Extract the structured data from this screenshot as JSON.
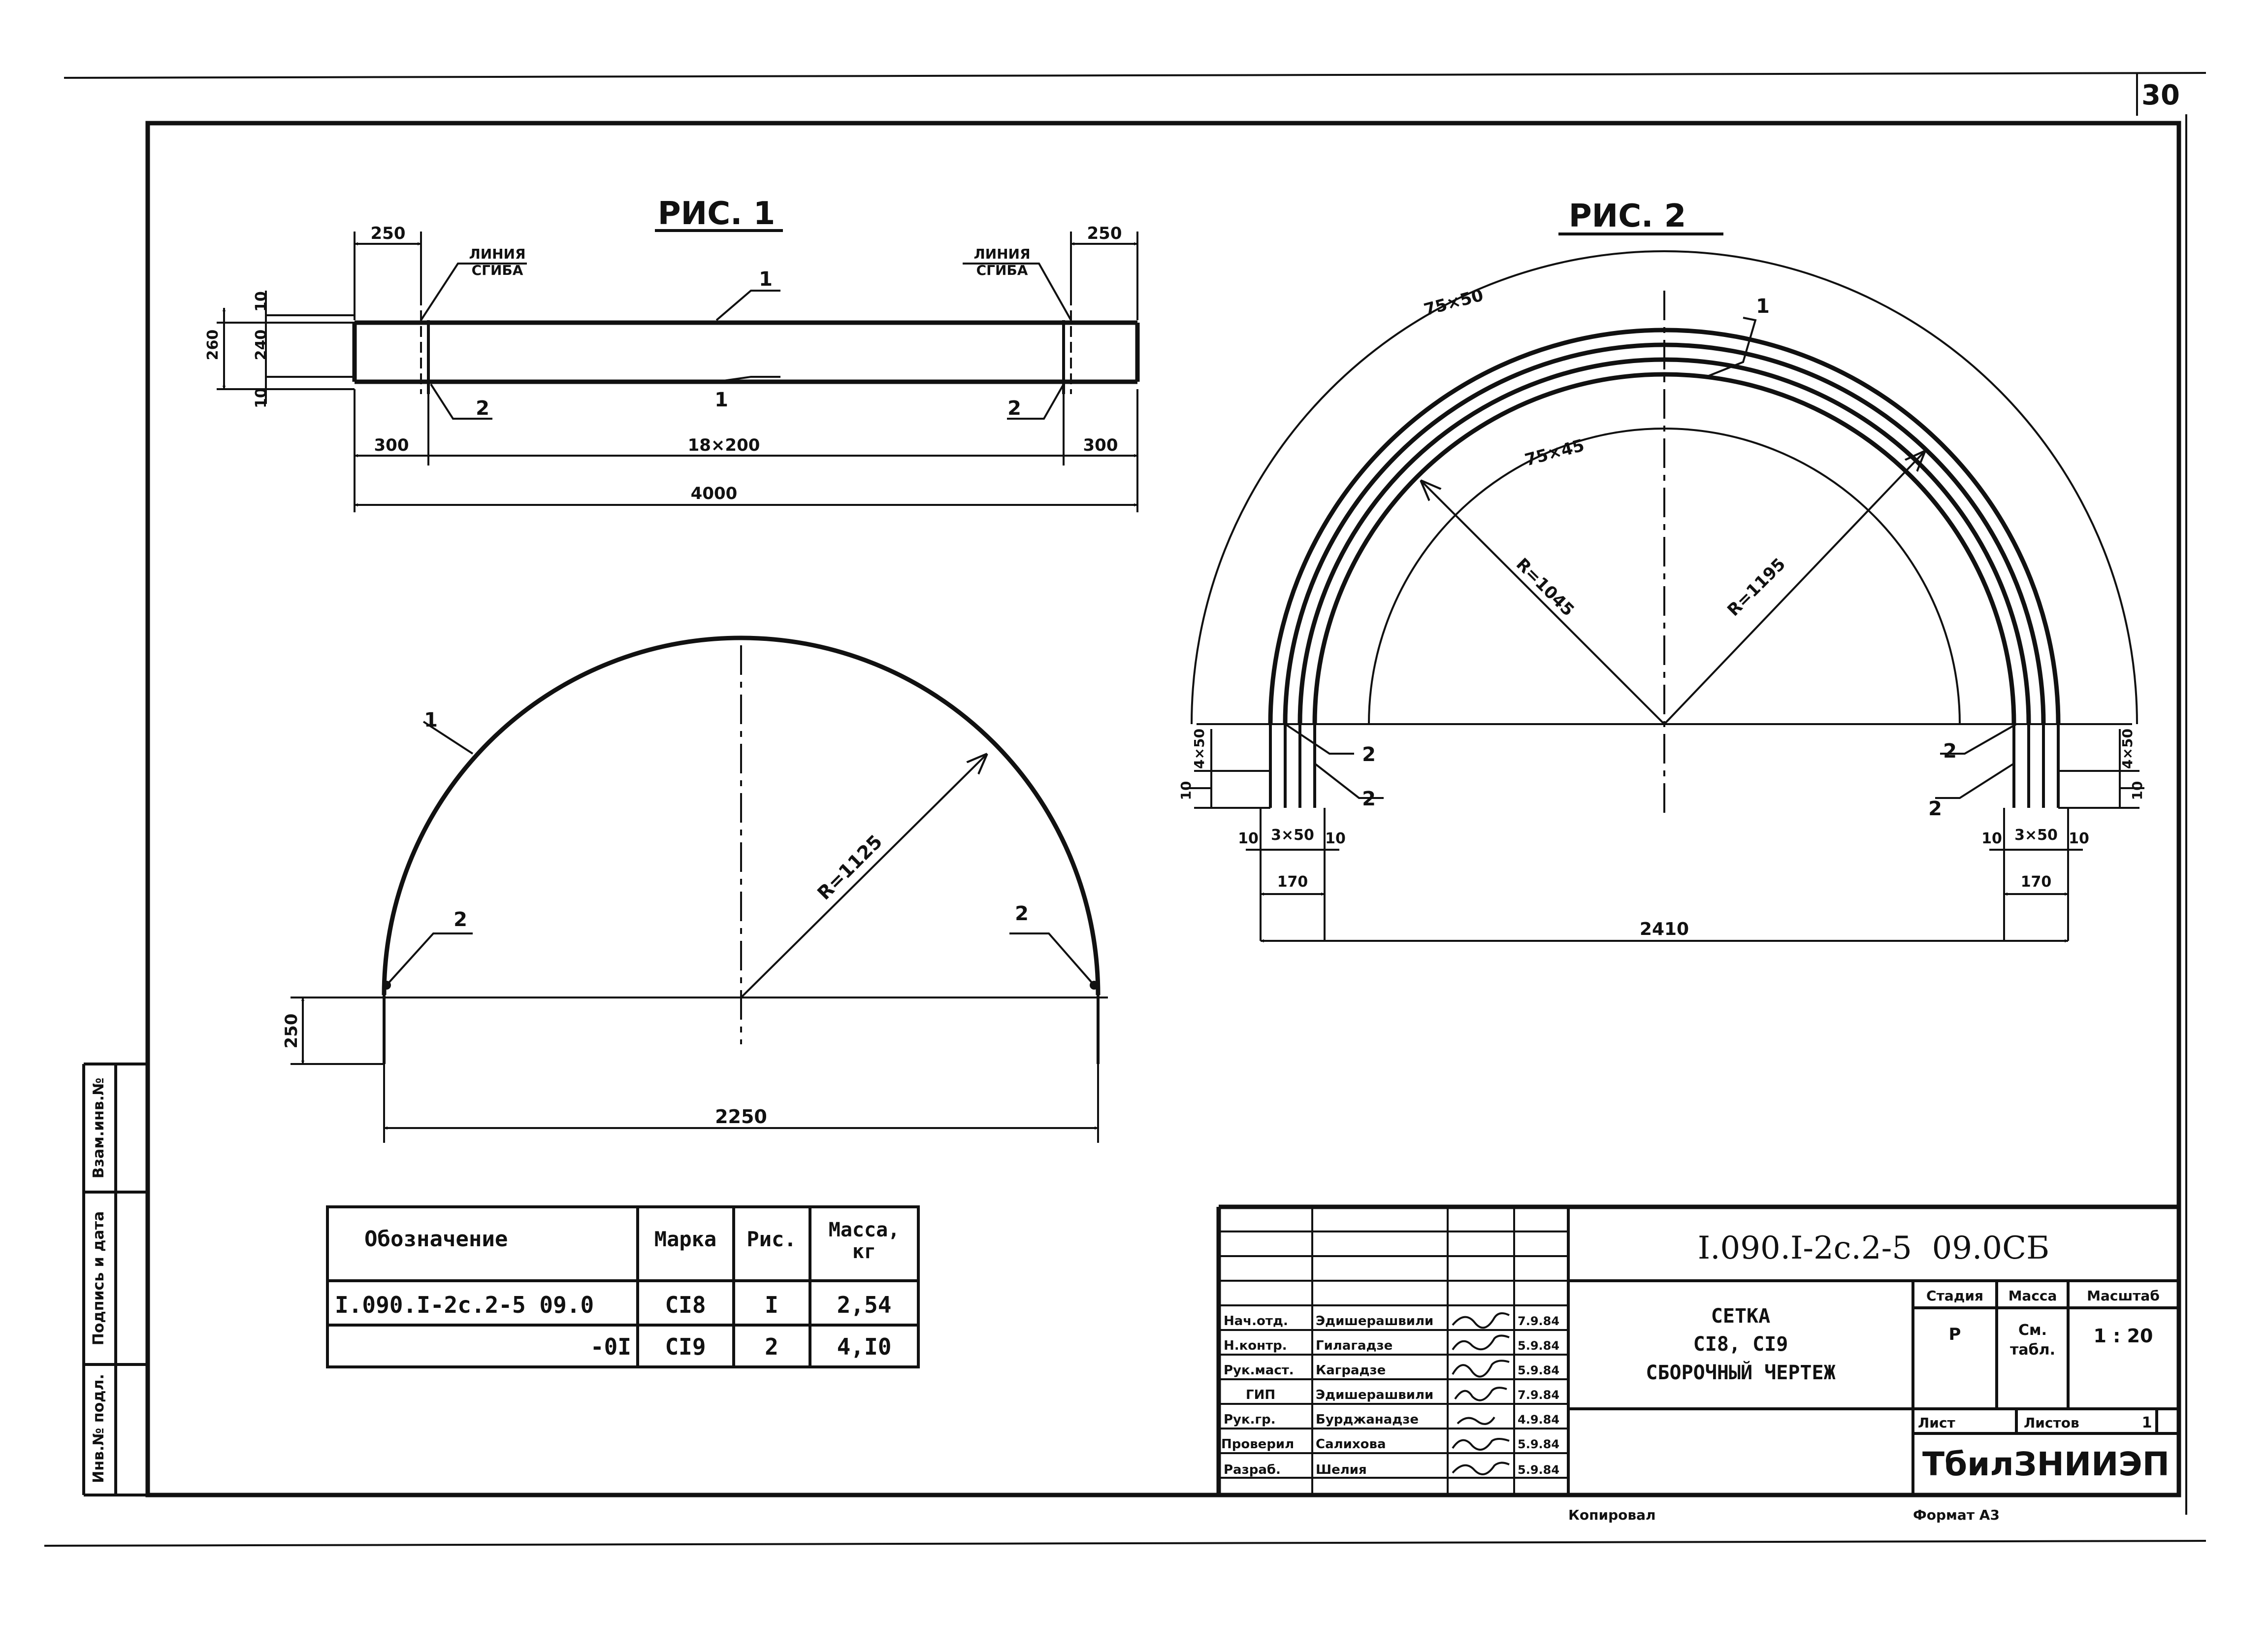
{
  "sheet": {
    "page_number": "30",
    "copied_label": "Копировал",
    "format_label": "Формат А3"
  },
  "fig1": {
    "title": "РИС. 1",
    "bend_line_left": [
      "ЛИНИЯ",
      "СГИБА"
    ],
    "bend_line_right": [
      "ЛИНИЯ",
      "СГИБА"
    ],
    "dims": {
      "left_250": "250",
      "right_250": "250",
      "d10_top": "10",
      "d240": "240",
      "d260": "260",
      "d10_bot": "10",
      "left_300": "300",
      "middle_18x200": "18×200",
      "right_300": "300",
      "total_4000": "4000",
      "base_250": "250",
      "span_2250": "2250",
      "radius": "R=1125"
    },
    "pos": {
      "bar1_top": "1",
      "bar1_bot": "1",
      "bar2_left": "2",
      "bar2_right": "2",
      "arc1": "1",
      "arc2_left": "2",
      "arc2_right": "2"
    }
  },
  "fig2": {
    "title": "РИС. 2",
    "dims": {
      "outer_75x50": "75×50",
      "inner_75x45": "75×45",
      "radius_inner": "R=1045",
      "radius_outer": "R=1195",
      "left_4x50": "4×50",
      "left_10": "10",
      "right_4x50": "4×50",
      "right_10": "10",
      "left_b10a": "10",
      "left_3x50": "3×50",
      "left_b10b": "10",
      "left_170": "170",
      "right_b10a": "10",
      "right_3x50": "3×50",
      "right_b10b": "10",
      "right_170": "170",
      "total_2410": "2410"
    },
    "pos": {
      "arc1": "1",
      "l2a": "2",
      "l2b": "2",
      "r2a": "2",
      "r2b": "2"
    }
  },
  "spec_table": {
    "headers": [
      "Обозначение",
      "Марка",
      "Рис.",
      "Масса,\nкг"
    ],
    "rows": [
      [
        "I.090.I-2с.2-5 09.0",
        "СI8",
        "I",
        "2,54"
      ],
      [
        "-0I",
        "СI9",
        "2",
        "4,I0"
      ]
    ]
  },
  "side_strip": [
    "Инв.№ подл.",
    "Подпись и дата",
    "Взам.инв.№"
  ],
  "title_block": {
    "designation": "I.090.I-2с.2-5  09.0СБ",
    "name": [
      "СЕТКА",
      "СI8, СI9",
      "СБОРОЧНЫЙ ЧЕРТЕЖ"
    ],
    "stage_header": "Стадия",
    "mass_header": "Масса",
    "scale_header": "Масштаб",
    "stage_value": "Р",
    "mass_value": [
      "См.",
      "табл."
    ],
    "scale_value": "1 : 20",
    "sheet_label": "Лист",
    "sheets_label": "Листов",
    "sheets_value": "1",
    "organization": "ТбилЗНИИЭП",
    "signatures": [
      {
        "role": "Нач.отд.",
        "name": "Эдишерашвили",
        "date": "7.9.84"
      },
      {
        "role": "Н.контр.",
        "name": "Гилагадзе",
        "date": "5.9.84"
      },
      {
        "role": "Рук.маст.",
        "name": "Каградзе",
        "date": "5.9.84"
      },
      {
        "role": "ГИП",
        "name": "Эдишерашвили",
        "date": "7.9.84"
      },
      {
        "role": "Рук.гр.",
        "name": "Бурджанадзе",
        "date": "4.9.84"
      },
      {
        "role": "Проверил",
        "name": "Салихова",
        "date": "5.9.84"
      },
      {
        "role": "Разраб.",
        "name": "Шелия",
        "date": "5.9.84"
      }
    ]
  }
}
